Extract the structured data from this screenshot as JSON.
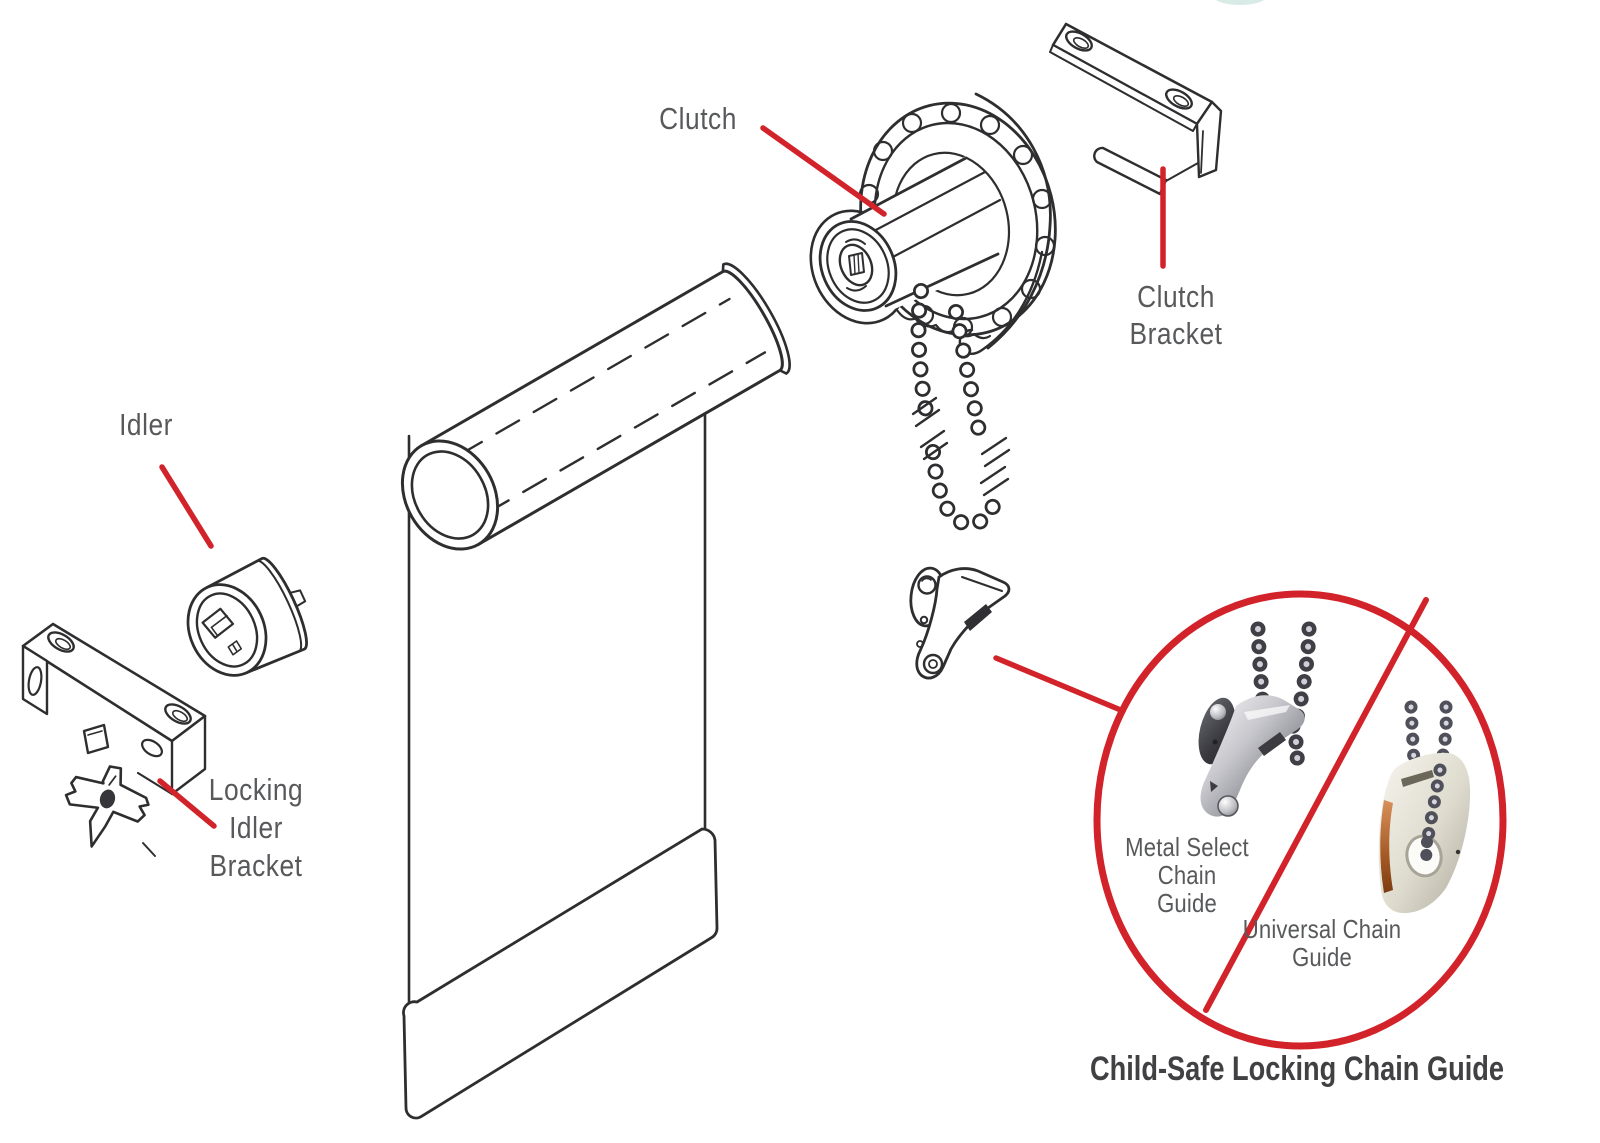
{
  "diagram": {
    "labels": {
      "clutch": "Clutch",
      "clutch_bracket": [
        "Clutch",
        "Bracket"
      ],
      "idler": "Idler",
      "locking_idler_bracket": [
        "Locking",
        "Idler",
        "Bracket"
      ]
    },
    "inset": {
      "metal_select_chain_guide": [
        "Metal Select",
        "Chain",
        "Guide"
      ],
      "universal_chain_guide": [
        "Universal Chain",
        "Guide"
      ],
      "caption": "Child-Safe Locking Chain Guide"
    },
    "colors": {
      "accent_red": "#d2232a",
      "label_gray": "#58595b",
      "caption_gray": "#414042",
      "line_color": "#2e2e30"
    }
  }
}
